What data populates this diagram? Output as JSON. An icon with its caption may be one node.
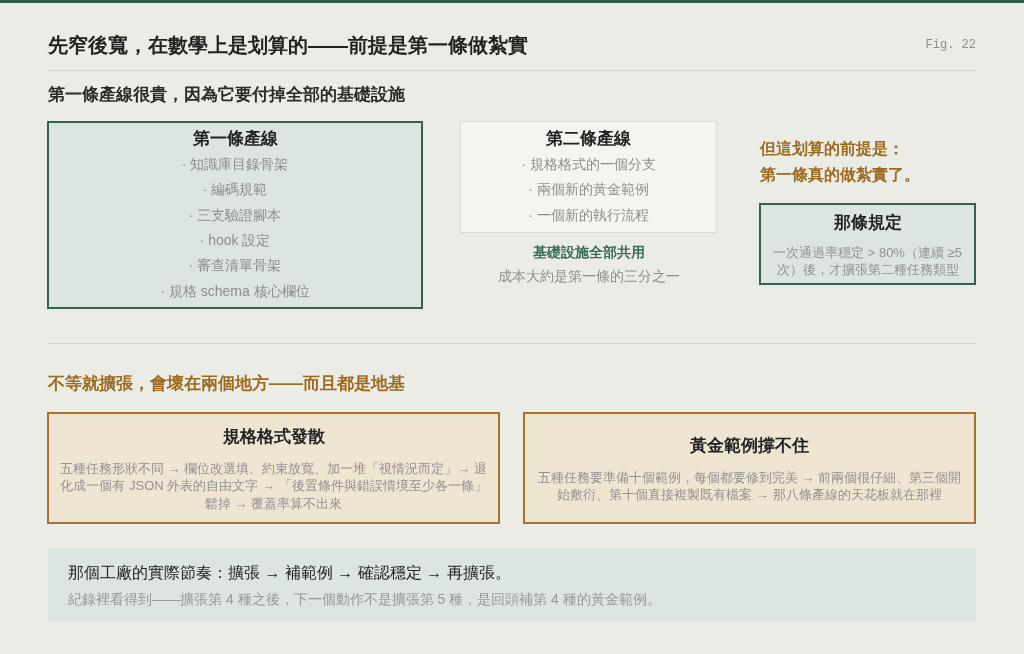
{
  "diagram": {
    "title": "先窄後寬，在數學上是划算的——前提是第一條做紮實",
    "nodes": [
      {
        "text": [
          "第一條產線",
          "· 知識庫目錄骨架",
          "· 編碼規範",
          "· 三支驗證腳本",
          "· hook 設定",
          "· 審查清單骨架",
          "· 規格 schema 核心欄位"
        ]
      },
      {
        "text": [
          "第二條產線",
          "· 規格格式的一個分支",
          "· 兩個新的黃金範例",
          "· 一個新的執行流程"
        ],
        "beside": [
          "基礎設施全部共用",
          "成本大約是第一條的三分之一"
        ]
      },
      {
        "text": [
          "那條規定",
          "一次通過率穩定 > 80%（連續 ≥5 次）後，才擴張第二種任務類型"
        ]
      },
      {
        "text": [
          "規格格式發散",
          "五種任務形狀不同 → 欄位改選填、約束放寬、加一堆「視情況而定」→ 退化成一個有 JSON 外表的自由文字 → 「後置條件與錯誤情境至少各一條」鬆掉 → 覆蓋率算不出來"
        ]
      },
      {
        "text": [
          "黃金範例撐不住",
          "五種任務要準備十個範例，每個都要修到完美 → 前兩個很仔細、第三個開始敷衍、第十個直接複製既有檔案 → 那八條產線的天花板就在那裡"
        ]
      },
      {
        "text": [
          "那個工廠的實際節奏：擴張 → 補範例 → 確認穩定 → 再擴張。",
          "紀錄裡看得到——擴張第 4 種之後，下一個動作不是擴張第 5 種，是回頭補第 4 種的黃金範例。"
        ]
      }
    ],
    "edges": [],
    "labels": [
      "Fig. 22",
      "第一條產線很貴，因為它要付掉全部的基礎設施",
      "但這划算的前提是：第一條真的做紮實了。",
      "不等就擴張，會壞在兩個地方——而且都是地基"
    ]
  }
}
